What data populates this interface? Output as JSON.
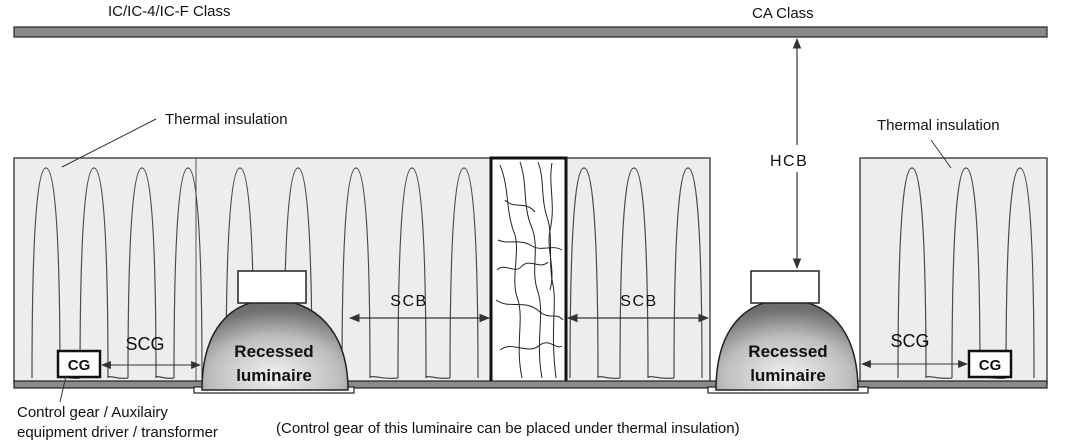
{
  "header": {
    "left_class": "IC/IC-4/IC-F Class",
    "right_class": "CA Class"
  },
  "labels": {
    "thermal_left": "Thermal insulation",
    "thermal_right": "Thermal insulation",
    "hcb": "HCB",
    "scb_left": "SCB",
    "scb_right": "SCB",
    "scg_left": "SCG",
    "scg_right": "SCG",
    "cg_left": "CG",
    "cg_right": "CG",
    "luminaire_left_line1": "Recessed",
    "luminaire_left_line2": "luminaire",
    "luminaire_right_line1": "Recessed",
    "luminaire_right_line2": "luminaire"
  },
  "footer": {
    "gear_line1": "Control gear / Auxilairy",
    "gear_line2": "equipment driver / transformer",
    "note": "(Control gear of this luminaire can be placed under thermal insulation)"
  },
  "colors": {
    "insulation_fill": "#ededed",
    "outline": "#333333",
    "slab": "#8a8a8a",
    "luminaire_dark": "#7a7a7a",
    "luminaire_light": "#e4e4e4",
    "arrow": "#333333"
  }
}
